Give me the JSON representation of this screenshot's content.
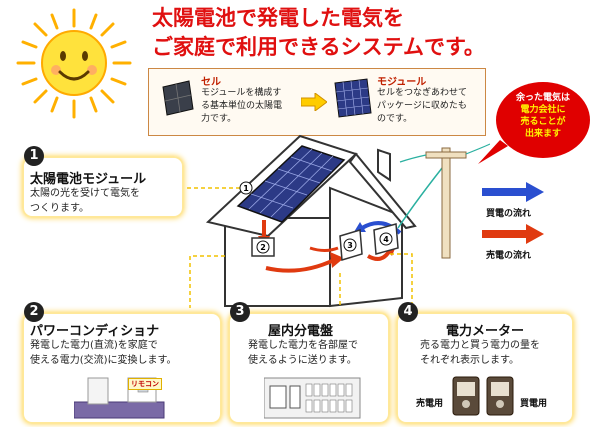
{
  "title": {
    "line1": "太陽電池で発電した電気を",
    "line2": "ご家庭で利用できるシステムです。"
  },
  "cell_module": {
    "cell_label": "セル",
    "cell_desc": [
      "モジュールを構成す",
      "る基本単位の太陽電",
      "力です。"
    ],
    "module_label": "モジュール",
    "module_desc": [
      "セルをつなぎあわせて",
      "パッケージに収めたも",
      "のです。"
    ]
  },
  "sell_bubble": [
    "余った電気は",
    "電力会社に",
    "売ることが",
    "出来ます"
  ],
  "legend": {
    "buy": "買電の流れ",
    "sell": "売電の流れ",
    "buy_color": "#2a4fd0",
    "sell_color": "#e03a10"
  },
  "steps": [
    {
      "num": "1",
      "title": "太陽電池モジュール",
      "desc": [
        "太陽の光を受けて電気を",
        "つくります。"
      ]
    },
    {
      "num": "2",
      "title": "パワーコンディショナ",
      "desc": [
        "発電した電力(直流)を家庭で",
        "使える電力(交流)に変換します。"
      ],
      "tag": "リモコン"
    },
    {
      "num": "3",
      "title": "屋内分電盤",
      "desc": [
        "発電した電力を各部屋で",
        "使えるように送ります。"
      ]
    },
    {
      "num": "4",
      "title": "電力メーター",
      "desc": [
        "売る電力と買う電力の量を",
        "それぞれ表示します。"
      ],
      "meter_left": "売電用",
      "meter_right": "買電用"
    }
  ],
  "house_markers": [
    "1",
    "2",
    "3",
    "4"
  ]
}
